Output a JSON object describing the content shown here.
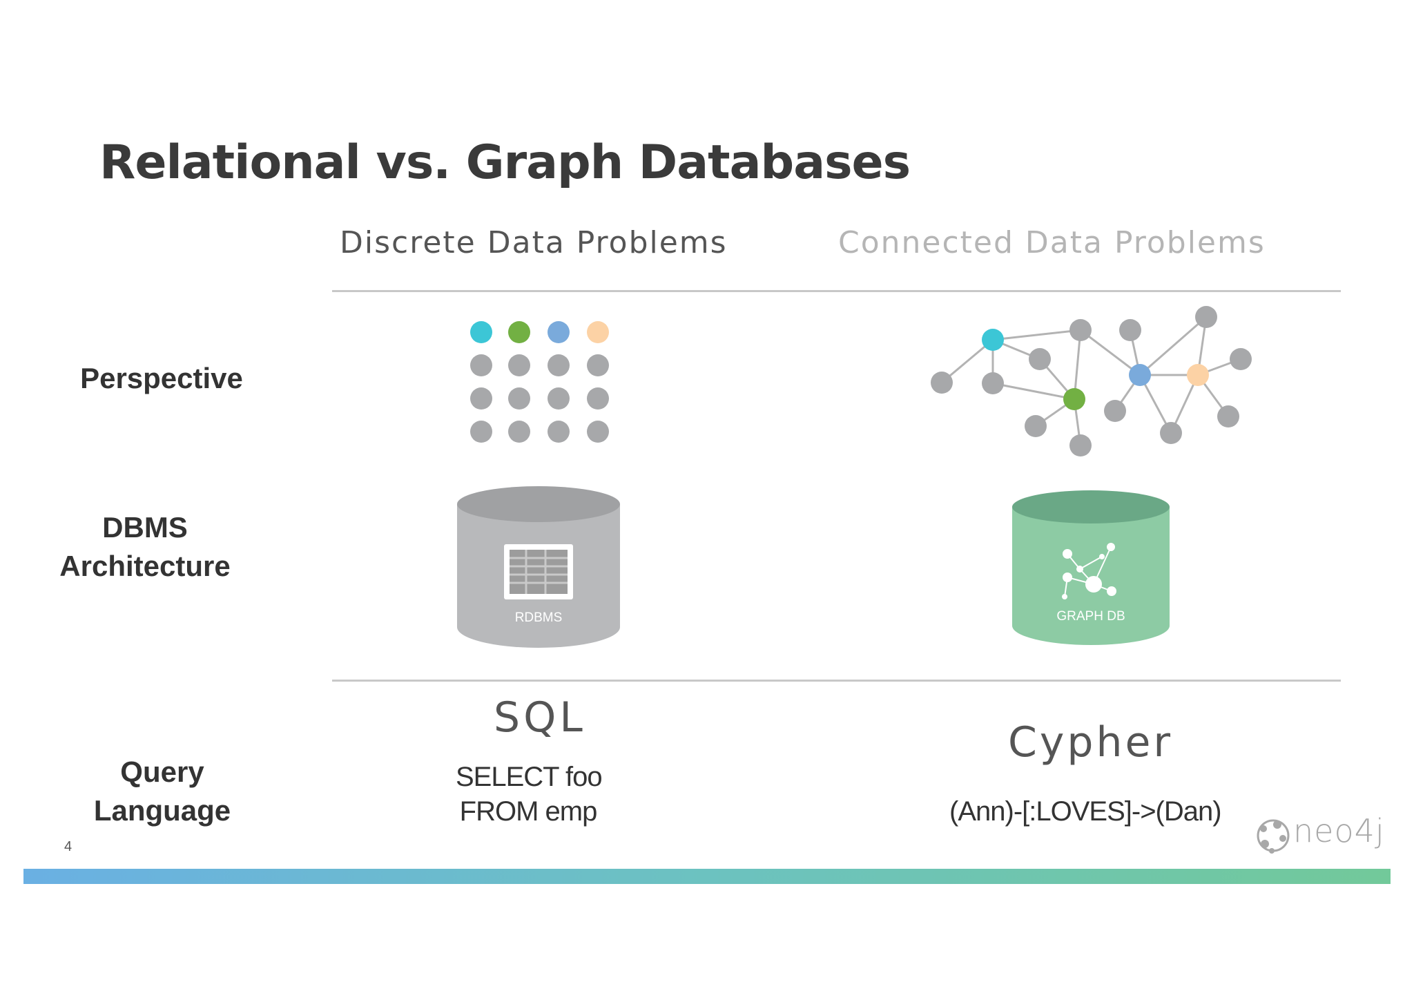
{
  "title": "Relational vs. Graph Databases",
  "columns": {
    "left_header": "Discrete Data Problems",
    "right_header": "Connected Data Problems"
  },
  "rows": {
    "perspective": "Perspective",
    "dbms_line1": "DBMS",
    "dbms_line2": "Architecture",
    "query_line1": "Query",
    "query_line2": "Language"
  },
  "databases": {
    "left_label": "RDBMS",
    "right_label": "GRAPH DB"
  },
  "query": {
    "left_language": "SQL",
    "left_code_line1": "SELECT foo",
    "left_code_line2": "FROM emp",
    "right_language": "Cypher",
    "right_code": "(Ann)-[:LOVES]->(Dan)"
  },
  "footer": {
    "page_number": "4",
    "logo_text": "neo4j"
  },
  "colors": {
    "cyan": "#3cc6d6",
    "green": "#72b043",
    "blue": "#7aaadb",
    "peach": "#fcd2a5",
    "gray_node": "#a7a8aa",
    "rdbms_body": "#b8b9bb",
    "graphdb_body": "#8dcba4"
  }
}
